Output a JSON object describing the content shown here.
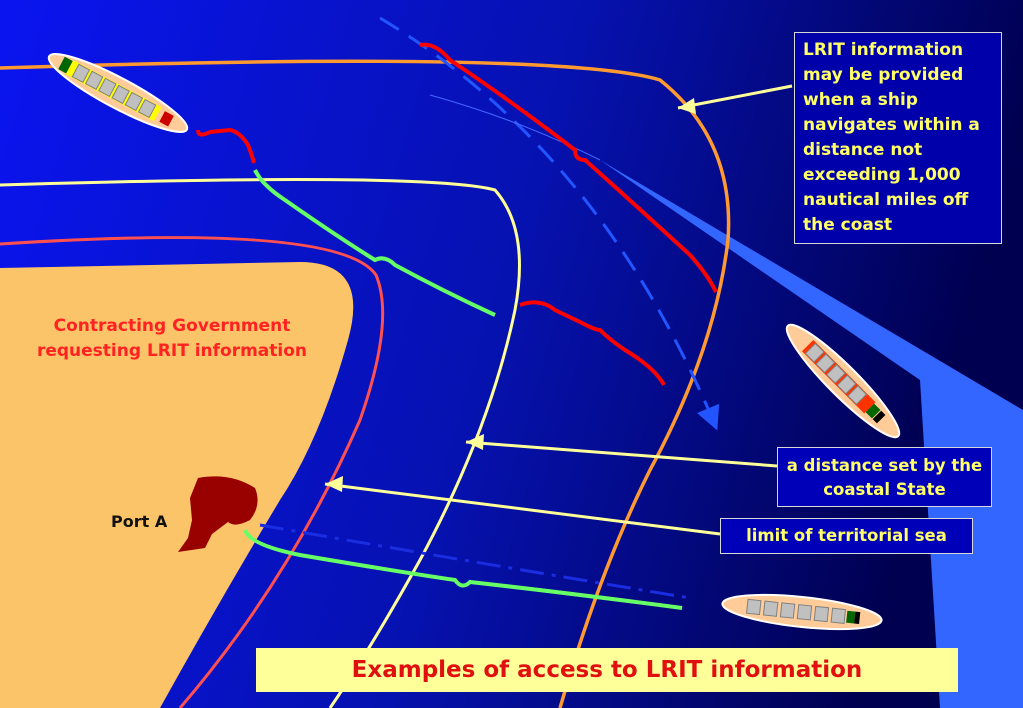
{
  "labels": {
    "contracting_government": "Contracting Government requesting LRIT information",
    "port": "Port A"
  },
  "callouts": {
    "lrit_range": "LRIT information may be provided when a ship navigates within a distance not exceeding 1,000 nautical miles off the coast",
    "coastal_distance": "a distance set by the coastal State",
    "territorial_sea": "limit of territorial sea"
  },
  "banner": {
    "title": "Examples of access to LRIT information"
  },
  "colors": {
    "sea_light": "#0a14f0",
    "sea_deep": "#000080",
    "land": "#fcc468",
    "port": "#990000",
    "territorial_limit": "#ff5050",
    "coastal_limit": "#ffff99",
    "lrit_limit": "#ff9930",
    "high_seas": "#3366ff",
    "brace_red": "#ff0000",
    "brace_green": "#66ff66",
    "ship_hull": "#ffcc99",
    "callout_text": "#ffff66"
  },
  "icons": [
    "ship-icon",
    "port-a-shape",
    "boundary-line",
    "route-arrow",
    "bracket"
  ]
}
